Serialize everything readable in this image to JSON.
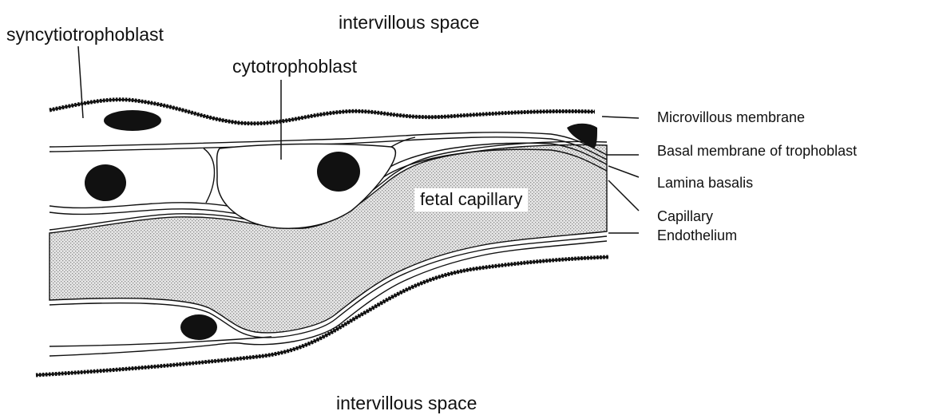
{
  "labels": {
    "top_space": "intervillous space",
    "bottom_space": "intervillous space",
    "syncytiotrophoblast": "syncytiotrophoblast",
    "cytotrophoblast": "cytotrophoblast",
    "fetal_capillary": "fetal capillary",
    "microvillous_membrane": "Microvillous membrane",
    "basal_membrane": "Basal membrane of trophoblast",
    "lamina_basalis": "Lamina basalis",
    "capillary": "Capillary",
    "endothelium": "Endothelium"
  },
  "colors": {
    "ink": "#111111",
    "capillary_stipple": "#9a9a9a",
    "background": "#ffffff"
  }
}
